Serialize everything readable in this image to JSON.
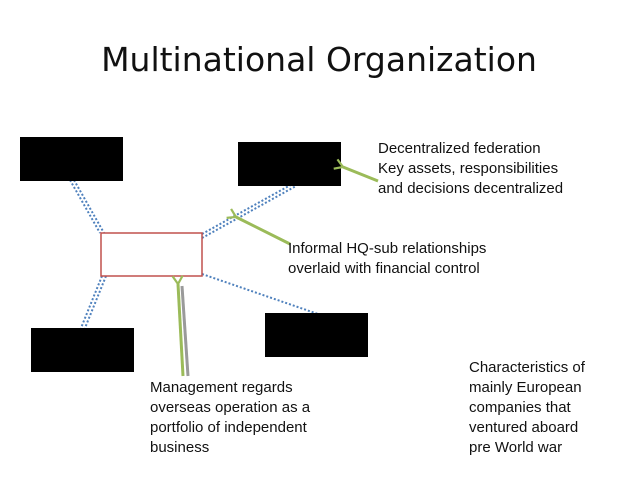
{
  "slide": {
    "title": "Multinational Organization"
  },
  "callouts": {
    "decentralized": {
      "lines": [
        "Decentralized federation",
        "Key assets, responsibilities",
        "and decisions decentralized"
      ]
    },
    "informal": {
      "lines": [
        "Informal HQ-sub relationships",
        "overlaid with financial control"
      ]
    },
    "management": {
      "lines": [
        "Management regards",
        "overseas operation as a",
        "portfolio of independent",
        "business"
      ]
    },
    "characteristics": {
      "lines": [
        "Characteristics of",
        "mainly European",
        "companies that",
        "ventured aboard",
        "pre World war"
      ]
    }
  },
  "colors": {
    "hq_border": "#c0504d",
    "subsidiary_fill": "#000000",
    "connector": "#4f81bd",
    "arrow": "#9bbb59",
    "arrow_shadow": "#9a9a9a"
  },
  "icons": {
    "arrow_head": "open-arrowhead-icon"
  }
}
